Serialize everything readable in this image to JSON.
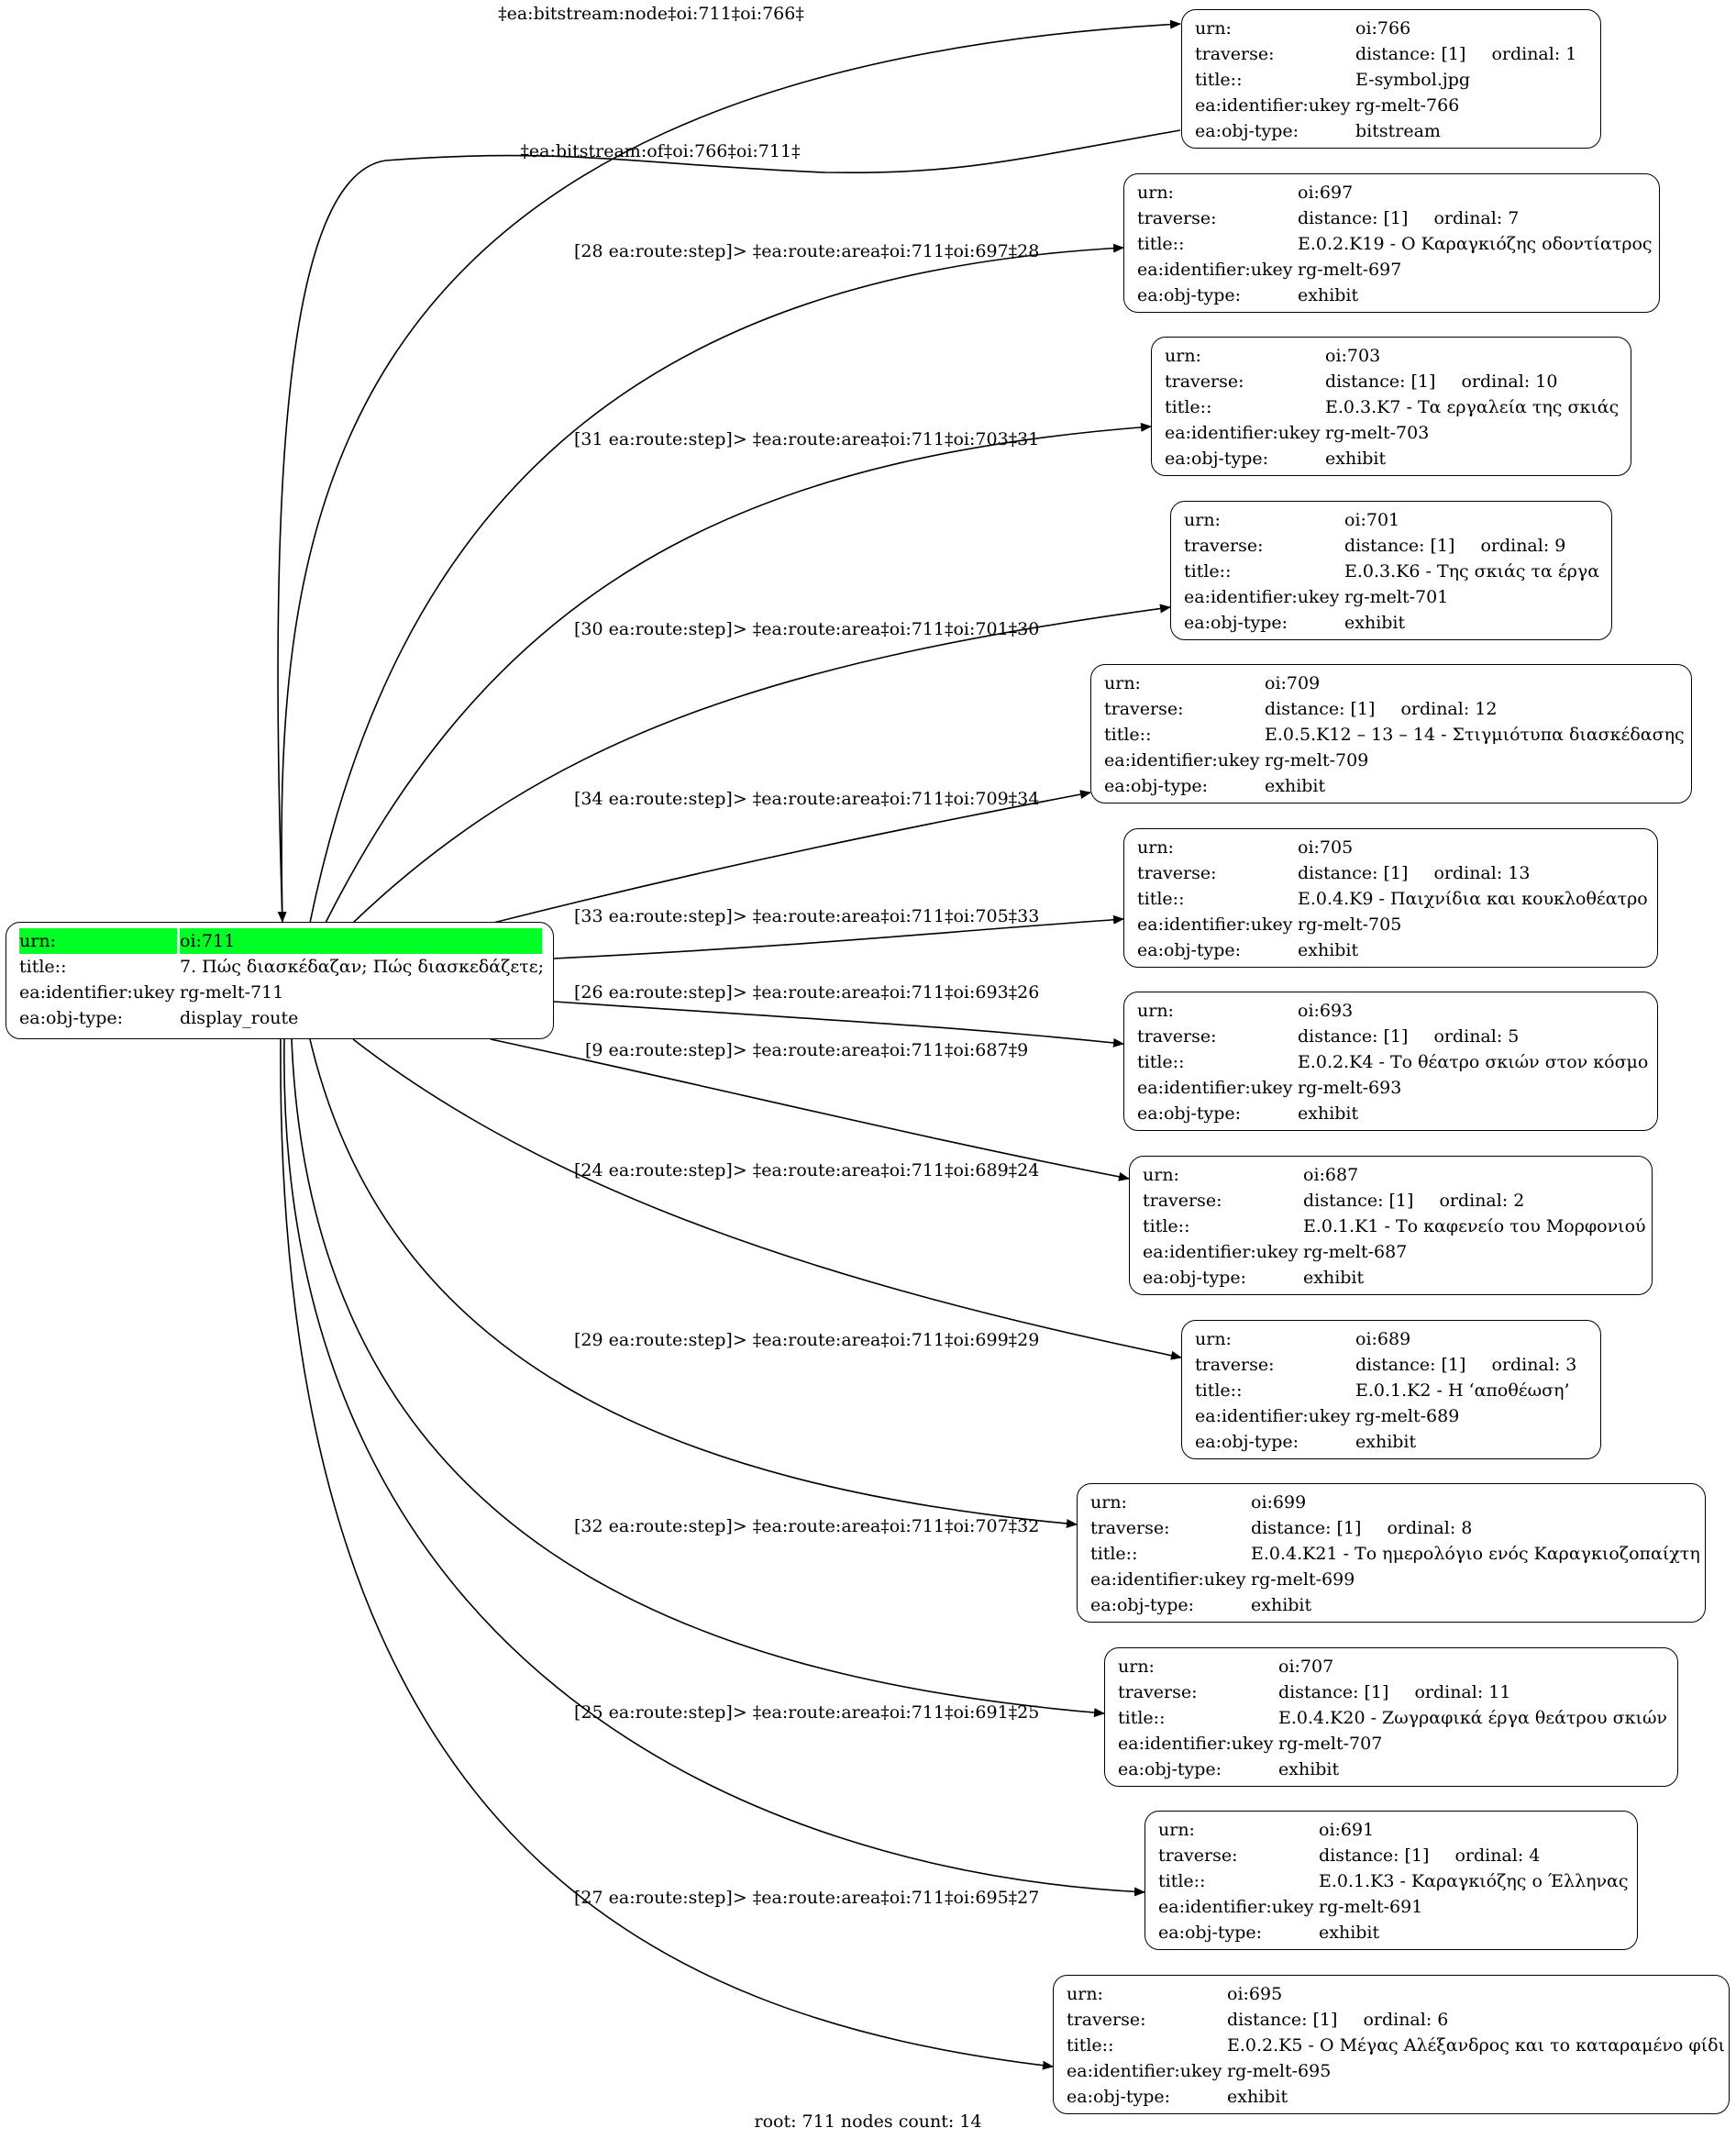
{
  "root": {
    "id": "root",
    "fields": [
      {
        "key": "urn:",
        "value": "oi:711",
        "highlight": true
      },
      {
        "key": "title::",
        "value": "7. Πώς διασκέδαζαν; Πώς διασκεδάζετε;"
      },
      {
        "key": "ea:identifier:ukey",
        "value": "rg-melt-711"
      },
      {
        "key": "ea:obj-type:",
        "value": "display_route"
      }
    ]
  },
  "nodes": [
    {
      "id": "n766",
      "urn": "oi:766",
      "distance": "distance: [1]",
      "ordinal": "ordinal: 1",
      "title": "E-symbol.jpg",
      "ukey": "rg-melt-766",
      "type": "bitstream"
    },
    {
      "id": "n697",
      "urn": "oi:697",
      "distance": "distance: [1]",
      "ordinal": "ordinal: 7",
      "title": "E.0.2.K19 - Ο Καραγκιόζης οδοντίατρος",
      "ukey": "rg-melt-697",
      "type": "exhibit"
    },
    {
      "id": "n703",
      "urn": "oi:703",
      "distance": "distance: [1]",
      "ordinal": "ordinal: 10",
      "title": "E.0.3.K7 - Τα εργαλεία της σκιάς",
      "ukey": "rg-melt-703",
      "type": "exhibit"
    },
    {
      "id": "n701",
      "urn": "oi:701",
      "distance": "distance: [1]",
      "ordinal": "ordinal: 9",
      "title": "E.0.3.K6 - Της σκιάς τα έργα",
      "ukey": "rg-melt-701",
      "type": "exhibit"
    },
    {
      "id": "n709",
      "urn": "oi:709",
      "distance": "distance: [1]",
      "ordinal": "ordinal: 12",
      "title": "E.0.5.K12 – 13 – 14 - Στιγμιότυπα διασκέδασης",
      "ukey": "rg-melt-709",
      "type": "exhibit"
    },
    {
      "id": "n705",
      "urn": "oi:705",
      "distance": "distance: [1]",
      "ordinal": "ordinal: 13",
      "title": "E.0.4.K9 - Παιχνίδια και κουκλοθέατρο",
      "ukey": "rg-melt-705",
      "type": "exhibit"
    },
    {
      "id": "n693",
      "urn": "oi:693",
      "distance": "distance: [1]",
      "ordinal": "ordinal: 5",
      "title": "E.0.2.K4 - Το θέατρο σκιών στον κόσμο",
      "ukey": "rg-melt-693",
      "type": "exhibit"
    },
    {
      "id": "n687",
      "urn": "oi:687",
      "distance": "distance: [1]",
      "ordinal": "ordinal: 2",
      "title": "E.0.1.K1 - Το καφενείο του Μορφονιού",
      "ukey": "rg-melt-687",
      "type": "exhibit"
    },
    {
      "id": "n689",
      "urn": "oi:689",
      "distance": "distance: [1]",
      "ordinal": "ordinal: 3",
      "title": "E.0.1.K2 - Η ‘αποθέωση’",
      "ukey": "rg-melt-689",
      "type": "exhibit"
    },
    {
      "id": "n699",
      "urn": "oi:699",
      "distance": "distance: [1]",
      "ordinal": "ordinal: 8",
      "title": "E.0.4.K21 - Το ημερολόγιο ενός Καραγκιοζοπαίχτη",
      "ukey": "rg-melt-699",
      "type": "exhibit"
    },
    {
      "id": "n707",
      "urn": "oi:707",
      "distance": "distance: [1]",
      "ordinal": "ordinal: 11",
      "title": "E.0.4.K20 - Ζωγραφικά έργα θεάτρου σκιών",
      "ukey": "rg-melt-707",
      "type": "exhibit"
    },
    {
      "id": "n691",
      "urn": "oi:691",
      "distance": "distance: [1]",
      "ordinal": "ordinal: 4",
      "title": "E.0.1.K3 - Καραγκιόζης ο Έλληνας",
      "ukey": "rg-melt-691",
      "type": "exhibit"
    },
    {
      "id": "n695",
      "urn": "oi:695",
      "distance": "distance: [1]",
      "ordinal": "ordinal: 6",
      "title": "E.0.2.K5 - Ο Μέγας Αλέξανδρος και το καταραμένο φίδι",
      "ukey": "rg-melt-695",
      "type": "exhibit"
    }
  ],
  "field_labels": {
    "urn": "urn:",
    "traverse": "traverse:",
    "title": "title::",
    "ukey": "ea:identifier:ukey",
    "type": "ea:obj-type:"
  },
  "edges": [
    {
      "from": "root",
      "to": "n766",
      "label": "‡ea:bitstream:node‡oi:711‡oi:766‡"
    },
    {
      "from": "n766",
      "to": "root",
      "label": "‡ea:bitstream:of‡oi:766‡oi:711‡"
    },
    {
      "from": "root",
      "to": "n697",
      "label": "[28 ea:route:step]> ‡ea:route:area‡oi:711‡oi:697‡28"
    },
    {
      "from": "root",
      "to": "n703",
      "label": "[31 ea:route:step]> ‡ea:route:area‡oi:711‡oi:703‡31"
    },
    {
      "from": "root",
      "to": "n701",
      "label": "[30 ea:route:step]> ‡ea:route:area‡oi:711‡oi:701‡30"
    },
    {
      "from": "root",
      "to": "n709",
      "label": "[34 ea:route:step]> ‡ea:route:area‡oi:711‡oi:709‡34"
    },
    {
      "from": "root",
      "to": "n705",
      "label": "[33 ea:route:step]> ‡ea:route:area‡oi:711‡oi:705‡33"
    },
    {
      "from": "root",
      "to": "n693",
      "label": "[26 ea:route:step]> ‡ea:route:area‡oi:711‡oi:693‡26"
    },
    {
      "from": "root",
      "to": "n687",
      "label": "[9 ea:route:step]> ‡ea:route:area‡oi:711‡oi:687‡9"
    },
    {
      "from": "root",
      "to": "n689",
      "label": "[24 ea:route:step]> ‡ea:route:area‡oi:711‡oi:689‡24"
    },
    {
      "from": "root",
      "to": "n699",
      "label": "[29 ea:route:step]> ‡ea:route:area‡oi:711‡oi:699‡29"
    },
    {
      "from": "root",
      "to": "n707",
      "label": "[32 ea:route:step]> ‡ea:route:area‡oi:711‡oi:707‡32"
    },
    {
      "from": "root",
      "to": "n691",
      "label": "[25 ea:route:step]> ‡ea:route:area‡oi:711‡oi:691‡25"
    },
    {
      "from": "root",
      "to": "n695",
      "label": "[27 ea:route:step]> ‡ea:route:area‡oi:711‡oi:695‡27"
    }
  ],
  "footer": "root: 711 nodes count: 14"
}
